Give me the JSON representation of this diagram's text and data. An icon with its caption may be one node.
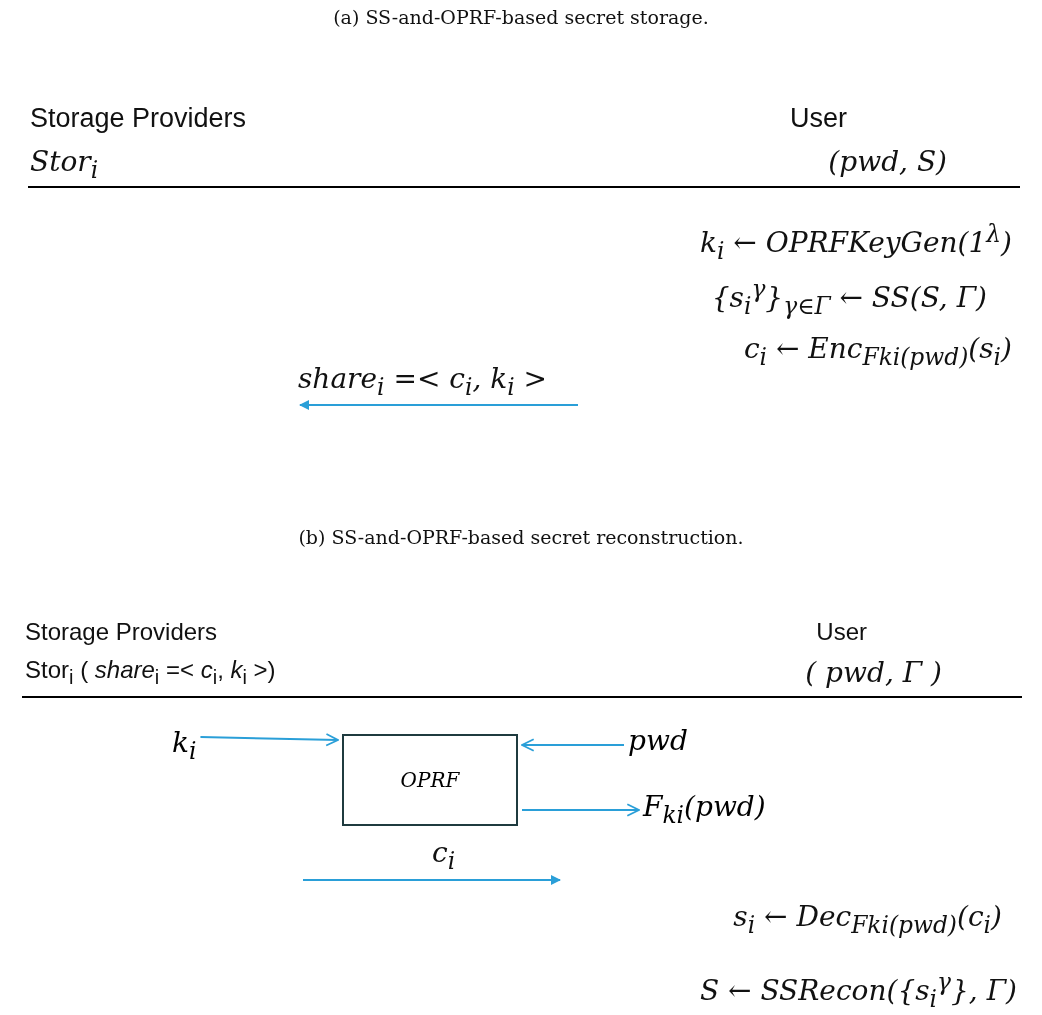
{
  "diagram": {
    "nodes": [
      {
        "text": [
          "k$_{i}$"
        ]
      },
      {
        "text": [
          "OPRF"
        ]
      },
      {
        "text": [
          "pwd"
        ]
      },
      {
        "text": [
          "F$_{ki}$(pwd)"
        ]
      }
    ],
    "edges": [
      {
        "from": 0,
        "to": 1,
        "arrow": "to"
      },
      {
        "from": 2,
        "to": 1,
        "arrow": "to"
      },
      {
        "from": 1,
        "to": 3,
        "arrow": "to"
      }
    ],
    "labels": [
      "(a) SS-and-OPRF-based secret storage.",
      "Storage Providers",
      "Stor$_{i}$",
      "User",
      "(pwd, S)",
      "k$_{i}$ ← OPRFKeyGen(1$^{λ}$)",
      "{s$_{i}$$^{γ}$}$_{γ∈Γ}$ ← SS(S, Γ)",
      "c$_{i}$ ← Enc$_{Fki(pwd)}$(s$_{i}$)",
      "share$_{i}$ =< c$_{i}$, k$_{i}$ >",
      "(b) SS-and-OPRF-based secret reconstruction.",
      "Storage Providers",
      "Stor$_{i}$ ( *share*$_{i}$ =< *c*$_{i}$, *k*$_{i}$ >)",
      "User",
      "( pwd, Γ )",
      "c$_{i}$",
      "s$_{i}$ ← Dec$_{Fki(pwd)}$(c$_{i}$)",
      "S ← SSRecon({s$_{i}$$^{γ}$}, Γ)"
    ]
  }
}
